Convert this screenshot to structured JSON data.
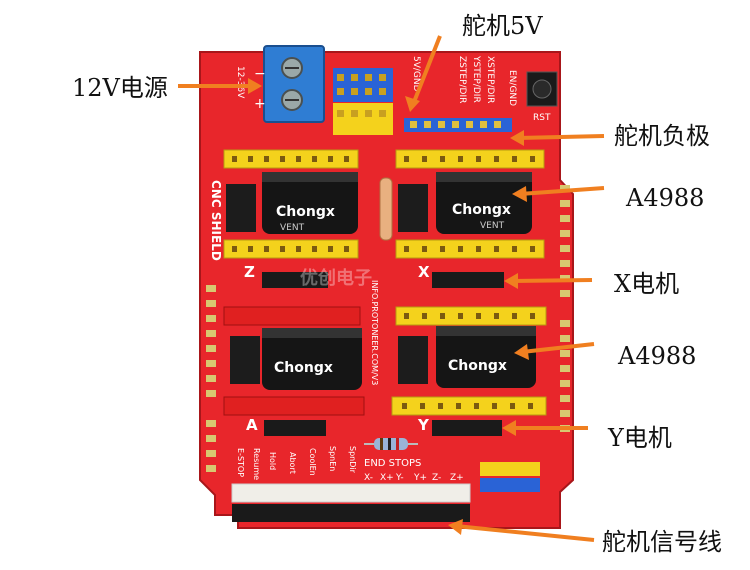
{
  "labels": {
    "servo_5v": "舵机5V",
    "power_12v": "12V电源",
    "servo_negative": "舵机负极",
    "a4988_top": "A4988",
    "x_motor": "X电机",
    "a4988_bottom": "A4988",
    "y_motor": "Y电机",
    "servo_signal": "舵机信号线"
  },
  "board": {
    "name": "CNC SHIELD",
    "watermark": "优创电子",
    "website": "INFO.PROTONEER.COM/V3",
    "driver_brand": "Chongx",
    "driver_vent": "VENT",
    "reset_label": "RST",
    "end_stops": "END STOPS",
    "axis_z": "Z",
    "axis_x": "X",
    "axis_a": "A",
    "axis_y": "Y",
    "abort_labels": [
      "E-STOP",
      "Resume",
      "Hold",
      "Abort",
      "CoolEn",
      "SpnEn",
      "SpnDir"
    ],
    "endstop_axis_labels": [
      "X-",
      "X+",
      "Y-",
      "Y+",
      "Z-",
      "Z+"
    ],
    "header_labels": [
      "5V/GND",
      "XSTEP/DIR",
      "YSTEP/DIR",
      "ZSTEP/DIR",
      "EN/GND"
    ],
    "power_terminal": "12-36V",
    "colors": {
      "pcb": "#e8262b",
      "pcb_dark": "#c21e23",
      "header_yellow": "#f4d21c",
      "header_blue": "#2a63d6",
      "arrow": "#f07f20",
      "capacitor": "#151515",
      "terminal_blue": "#2f7dd3"
    }
  }
}
